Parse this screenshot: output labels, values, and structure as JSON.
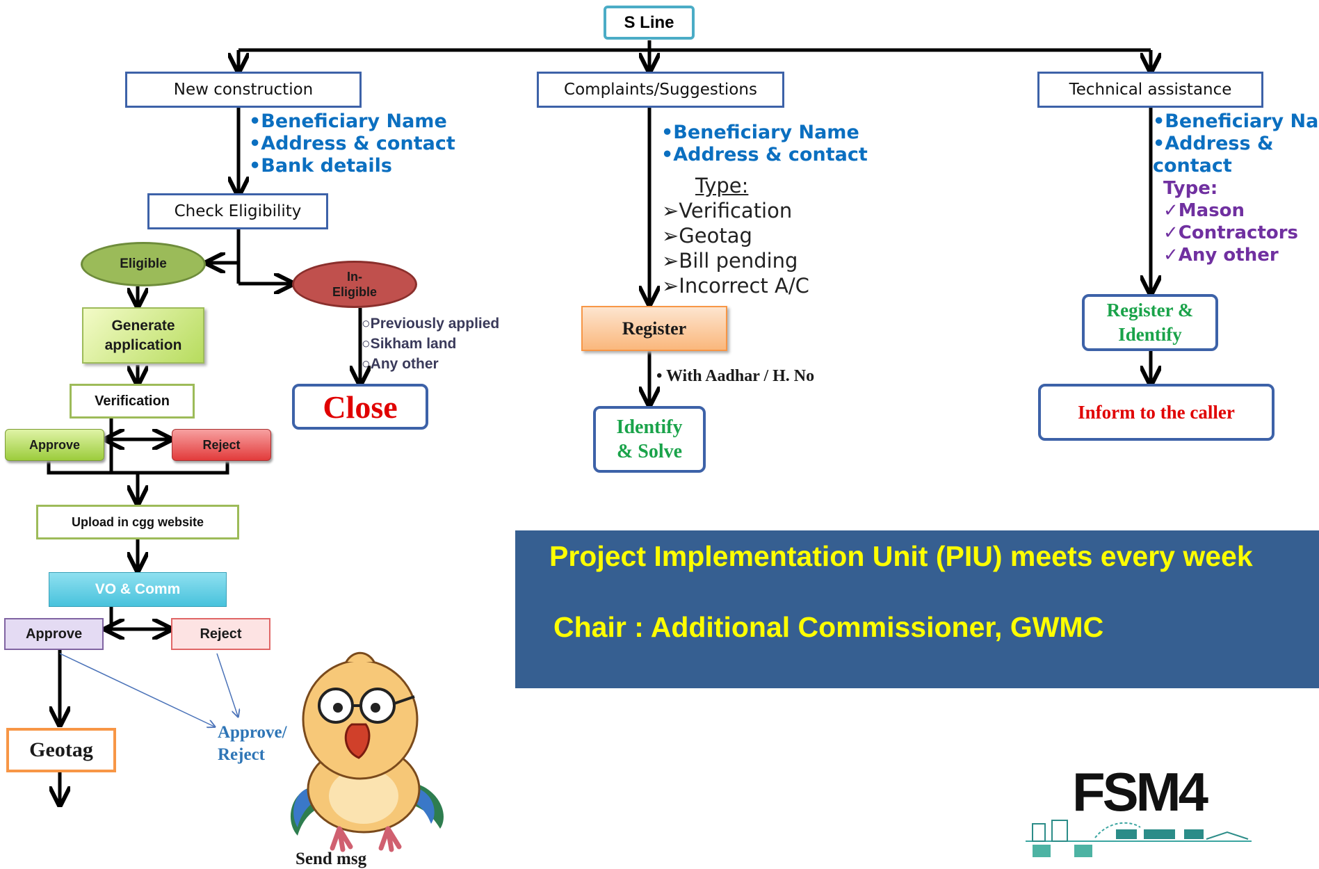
{
  "root": {
    "label": "S Line"
  },
  "branches": {
    "new_construction": {
      "label": "New construction",
      "details": [
        "•Beneficiary Name",
        "•Address & contact",
        "•Bank details"
      ],
      "check": "Check Eligibility",
      "eligible": "Eligible",
      "ineligible_line1": "In-",
      "ineligible_line2": "Eligible",
      "ineligible_reasons": [
        "○Previously applied",
        "○Sikham land",
        "○Any other"
      ],
      "close": "Close",
      "generate_line1": "Generate",
      "generate_line2": "application",
      "verification": "Verification",
      "approve1": "Approve",
      "reject1": "Reject",
      "upload": "Upload in cgg website",
      "vo": "VO & Comm",
      "approve2": "Approve",
      "reject2": "Reject",
      "geotag": "Geotag",
      "approve_reject_line1": "Approve/",
      "approve_reject_line2": "Reject",
      "send_msg": "Send msg"
    },
    "complaints": {
      "label": "Complaints/Suggestions",
      "details": [
        "•Beneficiary Name",
        "•Address & contact"
      ],
      "type_label": "Type:",
      "types": [
        "➢Verification",
        "➢Geotag",
        "➢Bill pending",
        "➢Incorrect A/C"
      ],
      "register": "Register",
      "aadhar": "• With Aadhar / H. No",
      "identify_line1": "Identify",
      "identify_line2": "& Solve"
    },
    "technical": {
      "label": "Technical assistance",
      "details": [
        "•Beneficiary Name",
        "•Address &",
        "contact"
      ],
      "type_label": "Type:",
      "types": [
        "✓Mason",
        "✓Contractors",
        "✓Any other"
      ],
      "register_line1": "Register &",
      "register_line2": "Identify",
      "inform": "Inform to the caller"
    }
  },
  "piu": {
    "line1": "Project Implementation Unit (PIU) meets every week",
    "line2": "Chair : Additional Commissioner, GWMC"
  },
  "logo": {
    "text": "FSM4"
  },
  "colors": {
    "header_border": "#3d62a8",
    "detail_blue": "#0b6fc0",
    "purple": "#7030a0",
    "close_red": "#e00000",
    "identify_green": "#1aa34a",
    "piu_bg": "#365f91",
    "piu_text": "#ffff00"
  }
}
